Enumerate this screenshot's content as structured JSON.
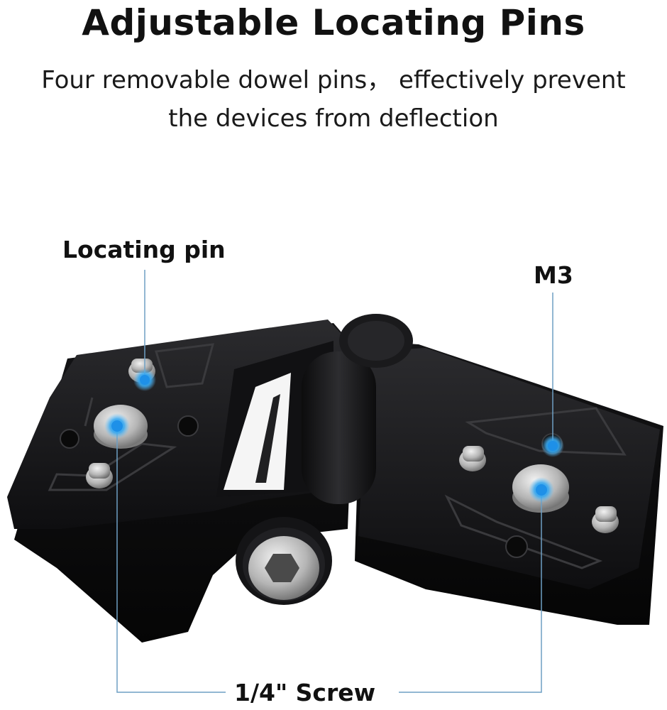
{
  "header": {
    "title": "Adjustable Locating Pins",
    "subtitle_line1": "Four removable dowel pins， effectively prevent",
    "subtitle_line2": "the devices from deflection"
  },
  "callouts": {
    "locating_pin": "Locating pin",
    "m3": "M3",
    "quarter_screw": "1/4\" Screw"
  },
  "colors": {
    "accent": "#2a9fe0",
    "plate": "#1c1c1e",
    "steel": "#b9b9b9"
  }
}
